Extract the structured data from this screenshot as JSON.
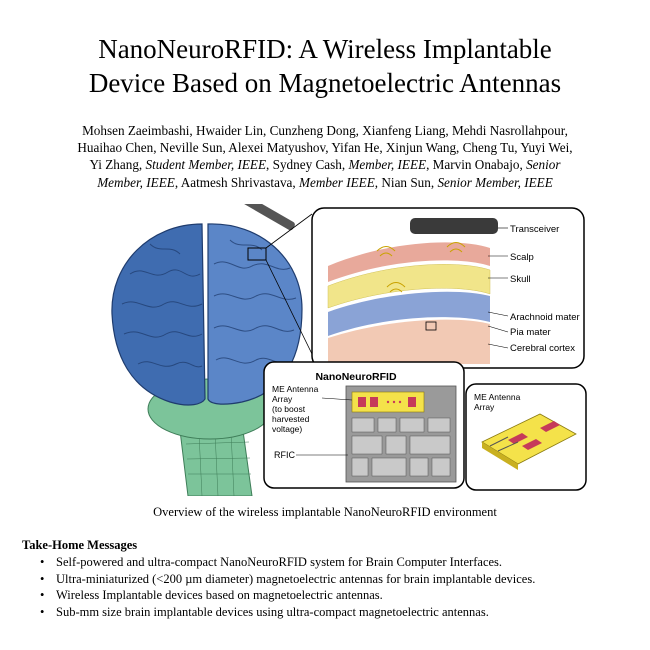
{
  "title": {
    "line1": "NanoNeuroRFID: A Wireless Implantable",
    "line2": "Device Based on Magnetoelectric Antennas"
  },
  "authors": {
    "line1": "Mohsen Zaeimbashi, Hwaider Lin, Cunzheng Dong, Xianfeng Liang, Mehdi Nasrollahpour,",
    "line2": "Huaihao Chen, Neville Sun, Alexei Matyushov, Yifan He, Xinjun Wang, Cheng Tu, Yuyi Wei,",
    "line3a": "Yi Zhang,",
    "line3b": "Student Member, IEEE",
    "line3c": ", Sydney Cash,",
    "line3d": "Member, IEEE",
    "line3e": ", Marvin Onabajo,",
    "line3f": "Senior",
    "line4a": "Member, IEEE",
    "line4b": ", Aatmesh Shrivastava,",
    "line4c": "Member IEEE",
    "line4d": ", Nian Sun,",
    "line4e": "Senior Member, IEEE"
  },
  "figure": {
    "labels": {
      "transceiver": "Transceiver",
      "scalp": "Scalp",
      "skull": "Skull",
      "arachnoid": "Arachnoid mater",
      "pia": "Pia mater",
      "cortex": "Cerebral cortex",
      "chip_title": "NanoNeuroRFID",
      "me_array_1": "ME Antenna",
      "me_array_2": "Array",
      "boost_1": "(to boost",
      "boost_2": "harvested",
      "boost_3": "voltage)",
      "rfic": "RFIC",
      "me_array_right_1": "ME Antenna",
      "me_array_right_2": "Array"
    },
    "colors": {
      "scalp": "#e8a99b",
      "skull": "#f1e58a",
      "arachnoid": "#8aa3d6",
      "cortex": "#f2c9b4",
      "brain_left": "#3f6cb0",
      "brain_right": "#5b86c8",
      "cerebellum": "#2d4f8a",
      "brainstem": "#7cc49a",
      "transceiver": "#3a3a3a",
      "chip_yellow": "#f4e24a",
      "chip_red": "#c63a5a"
    }
  },
  "caption": "Overview of the wireless implantable NanoNeuroRFID environment",
  "take_home": {
    "heading": "Take-Home Messages",
    "items": [
      "Self-powered and ultra-compact NanoNeuroRFID system for Brain Computer Interfaces.",
      "Ultra-miniaturized (<200 µm diameter) magnetoelectric antennas for brain implantable devices.",
      "Wireless Implantable devices based on magnetoelectric antennas.",
      "Sub-mm size brain implantable devices using ultra-compact magnetoelectric antennas."
    ]
  }
}
